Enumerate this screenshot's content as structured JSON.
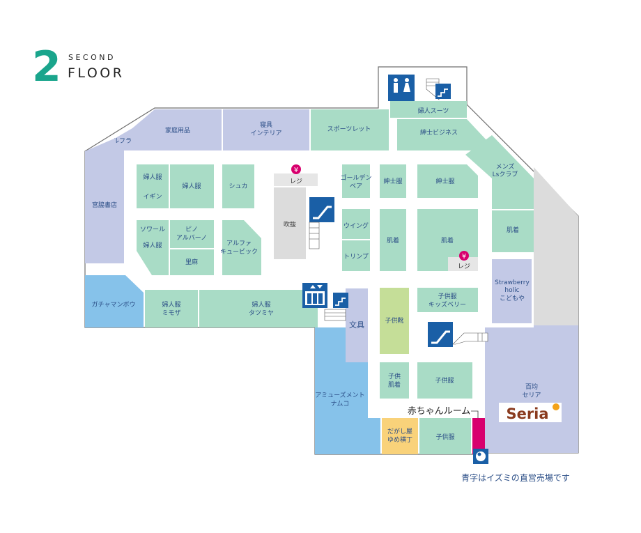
{
  "header": {
    "number": "2",
    "word1": "SECOND",
    "word2": "FLOOR"
  },
  "colors": {
    "brand_teal": "#1aa58c",
    "shop_green": "#a9dcc6",
    "shop_purple": "#c3c9e6",
    "shop_blue": "#86c2ea",
    "yellow_green": "#c5de98",
    "orange": "#f9d27a",
    "grey_area": "#dcdcdc",
    "magenta": "#d8006e",
    "icon_blue": "#1a5fa6",
    "text_blue": "#2a4d86"
  },
  "shops": {
    "rufuran": "ルフラン",
    "kateiyouhin": "家庭用品",
    "shingu": [
      "寝具",
      "インテリア"
    ],
    "sports_let": "スポーツレット",
    "fujin_suits": "婦人スーツ",
    "shinshi_business": "紳士ビジネス",
    "mens_ls": [
      "メンズ",
      "Lsクラブ"
    ],
    "miyawaki": "宮脇書店",
    "fujinfuku_igin": [
      "婦人服",
      "イギン"
    ],
    "fujinfuku_a": "婦人服",
    "shuka": "シュカ",
    "regi_a": "レジ",
    "fukinuke": "吹抜",
    "golden_bear": [
      "ゴールデン",
      "ベア"
    ],
    "shinshifuku_a": "紳士服",
    "shinshifuku_b": "紳士服",
    "wing": "ウイング",
    "triumph": "トリンプ",
    "hadagi_a": "肌着",
    "hadagi_b": "肌着",
    "hadagi_c": "肌着",
    "regi_b": "レジ",
    "swirl": [
      "ソワール",
      "婦人服"
    ],
    "pino": [
      "ピノ",
      "アルバーノ"
    ],
    "satoasa": "里麻",
    "alpha": [
      "アルファ",
      "キュービック"
    ],
    "strawberry": [
      "Strawberry",
      "holic",
      "こどもや"
    ],
    "gacha": "ガチャマンボウ",
    "mimoza": [
      "婦人服",
      "ミモザ"
    ],
    "tatsumiya": [
      "婦人服",
      "タツミヤ"
    ],
    "bungu": "文具",
    "kodomogutsu": "子供靴",
    "kidsberry": [
      "子供服",
      "キッズベリー"
    ],
    "amusement": [
      "アミューズメント",
      "ナムコ"
    ],
    "kodomo_hadagi": [
      "子供",
      "肌着"
    ],
    "kodomofuku_a": "子供服",
    "kodomofuku_b": "子供服",
    "hyakkin": [
      "百均",
      "セリア"
    ],
    "seria_logo": "Seria",
    "dagashi": [
      "だがし屋",
      "ゆめ横丁"
    ]
  },
  "labels": {
    "baby_room": "赤ちゃんルーム",
    "footnote": "青字はイズミの直営売場です"
  },
  "icons": [
    "restroom-icon",
    "stairs-icon",
    "escalator-icon",
    "elevator-icon",
    "cashier-yen-icon",
    "baby-room-icon"
  ]
}
